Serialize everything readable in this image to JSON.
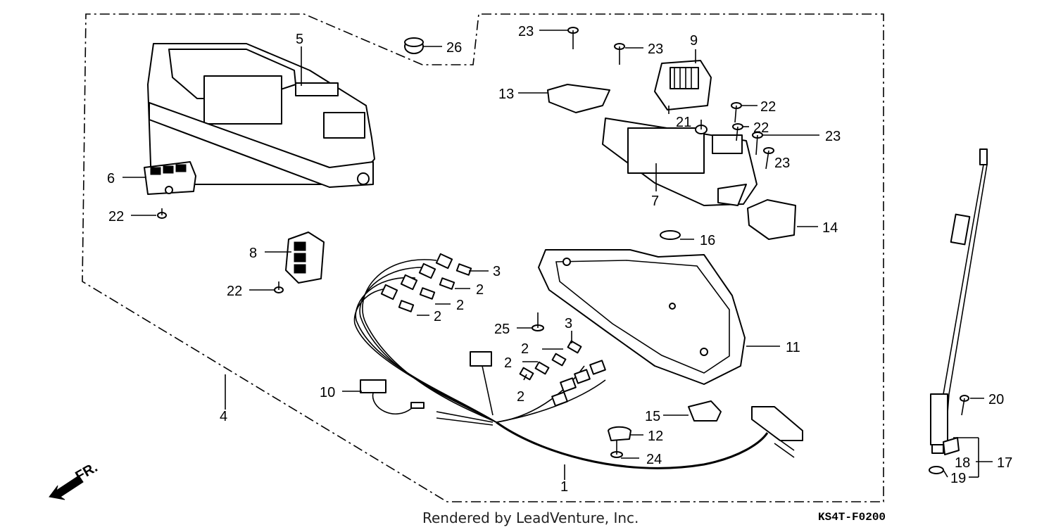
{
  "diagram_code": "KS4T-F0200",
  "credit": "Rendered by LeadVenture, Inc.",
  "direction_label": "FR.",
  "callouts": {
    "c1": "1",
    "c2a": "2",
    "c2b": "2",
    "c2c": "2",
    "c2d": "2",
    "c2e": "2",
    "c2f": "2",
    "c3a": "3",
    "c3b": "3",
    "c4": "4",
    "c5": "5",
    "c6": "6",
    "c7": "7",
    "c8": "8",
    "c9": "9",
    "c10": "10",
    "c11": "11",
    "c12": "12",
    "c13": "13",
    "c14": "14",
    "c15": "15",
    "c16": "16",
    "c17": "17",
    "c18": "18",
    "c19": "19",
    "c20": "20",
    "c21": "21",
    "c22a": "22",
    "c22b": "22",
    "c22c": "22",
    "c22d": "22",
    "c23a": "23",
    "c23b": "23",
    "c23c": "23",
    "c23d": "23",
    "c24": "24",
    "c25": "25",
    "c26": "26"
  }
}
